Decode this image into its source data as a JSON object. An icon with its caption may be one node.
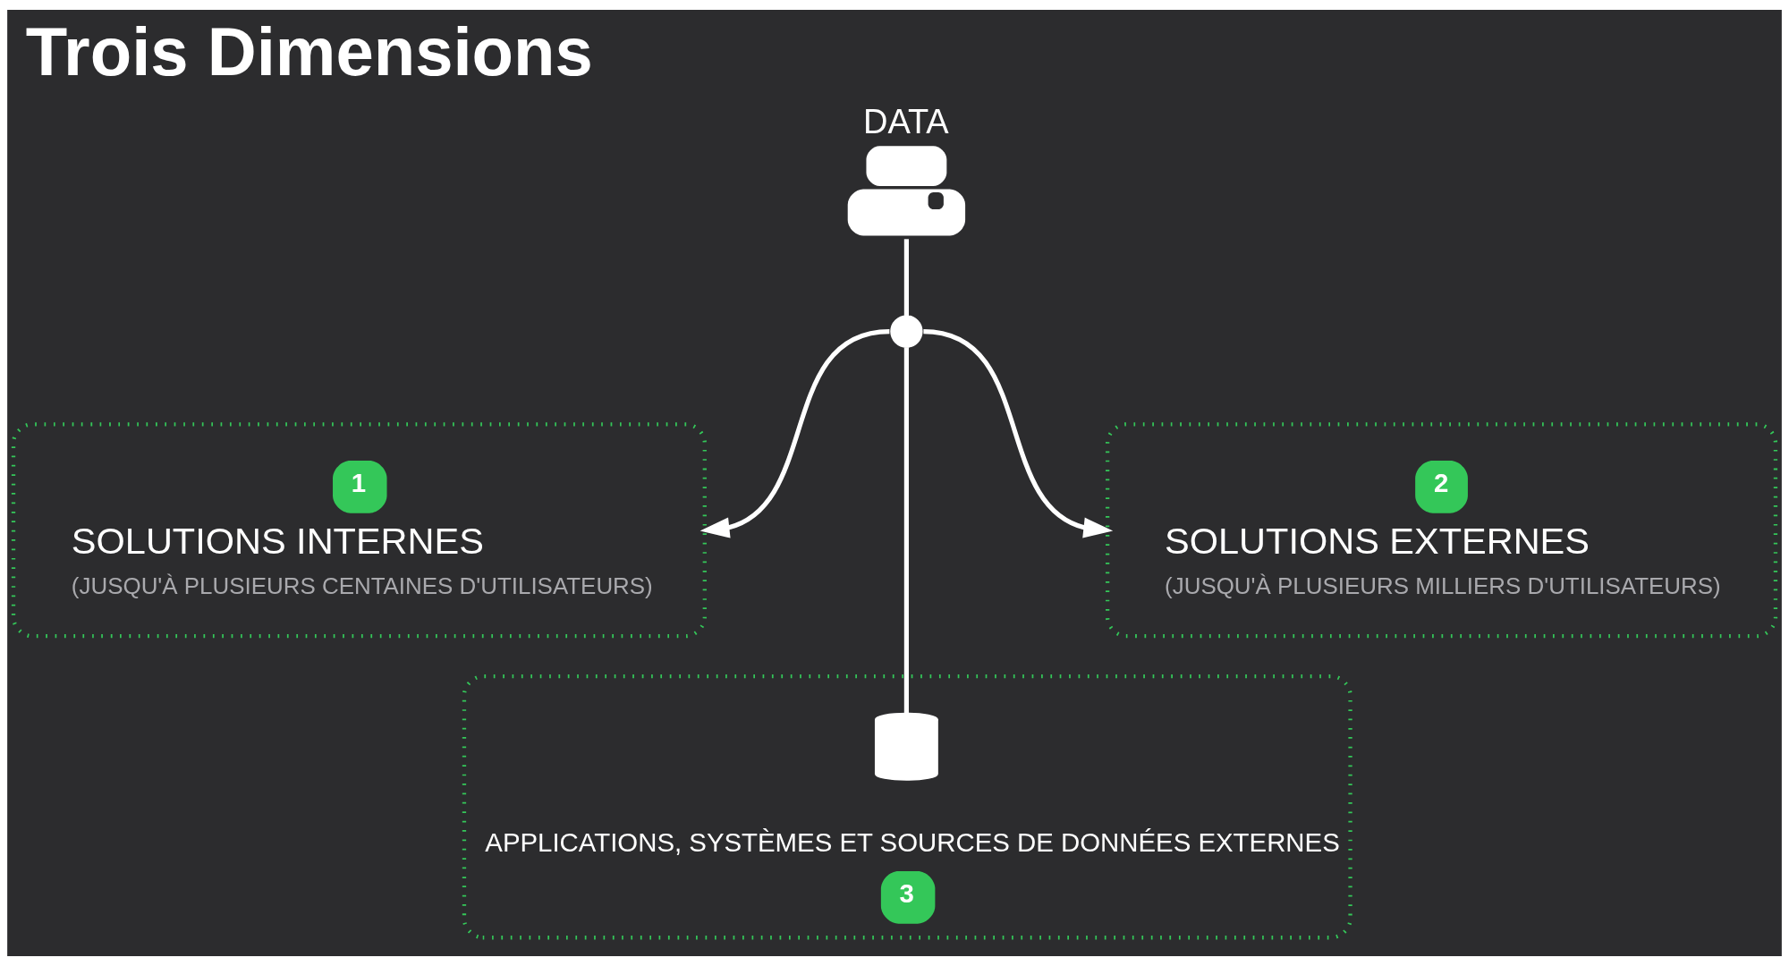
{
  "diagram": {
    "title": "Trois Dimensions",
    "nodes": [
      {
        "text": [
          "DATA"
        ]
      },
      {
        "text": [
          "1",
          "SOLUTIONS INTERNES",
          "(JUSQU'À PLUSIEURS CENTAINES D'UTILISATEURS)"
        ]
      },
      {
        "text": [],
        "shape": "circle"
      },
      {
        "text": [
          "2",
          "SOLUTIONS EXTERNES",
          "(JUSQU'À PLUSIEURS MILLIERS D'UTILISATEURS)"
        ]
      },
      {
        "text": [
          "APPLICATIONS, SYSTÈMES ET SOURCES DE DONNÉES EXTERNES",
          "3"
        ]
      },
      {
        "text": [],
        "shape": "cylinder",
        "in": 4
      }
    ],
    "edges": [
      {
        "from": 0,
        "to": 2,
        "arrow": "none"
      },
      {
        "from": 2,
        "to": 1,
        "arrow": "to"
      },
      {
        "from": 2,
        "to": 3,
        "arrow": "to"
      },
      {
        "from": 2,
        "to": 5,
        "arrow": "none"
      }
    ]
  }
}
